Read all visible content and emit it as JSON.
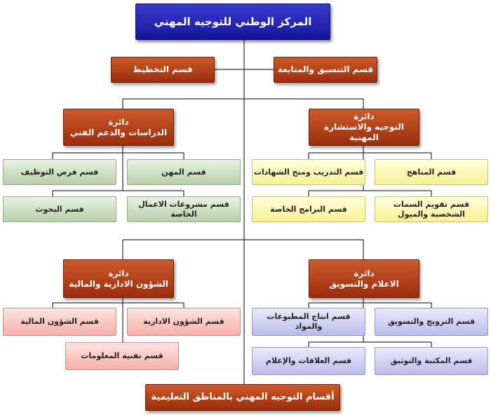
{
  "root": {
    "label": "المركز الوطني للتوجيه المهني"
  },
  "top_sections": {
    "coordination": "قسم التنسيق والمتابعة",
    "planning": "قسم التخطيط"
  },
  "directorates": {
    "guidance": {
      "line1": "دائرة",
      "line2": "التوجيه والاستشارة المهنية"
    },
    "studies": {
      "line1": "دائرة",
      "line2": "الدراسات والدعم الفني"
    },
    "media": {
      "line1": "دائرة",
      "line2": "الاعلام والتسويق"
    },
    "admin": {
      "line1": "دائرة",
      "line2": "الشؤون الادارية والمالية"
    }
  },
  "sections": {
    "curricula": "قسم   المناهج",
    "training_certs": "قسم التدريب ومنح الشهادات",
    "traits_line1": "قسم تقويم السمات",
    "traits_line2": "الشخصية والميول",
    "special_programs": "قسم البرامج الخاصة",
    "professions": "قسم المهن",
    "job_opportunities": "قسم فرص التوظيف",
    "private_projects": "قسم مشروعات الاعمال الخاصة",
    "research": "قسم البحوث",
    "promotion": "قسم الترويج والتسويق",
    "publications": "قسم   انتاج المطبوعات والمواد",
    "library": "قسم المكتبة والتوثيق",
    "relations": "قسم العلاقات والإعلام",
    "admin_affairs": "قسم الشؤون الادارية",
    "finance": "قسم الشؤون المالية",
    "it": "قسم تقنية المعلومات"
  },
  "bottom": {
    "label": "أقسام التوجيه المهني بالمناطق التعليمية"
  }
}
